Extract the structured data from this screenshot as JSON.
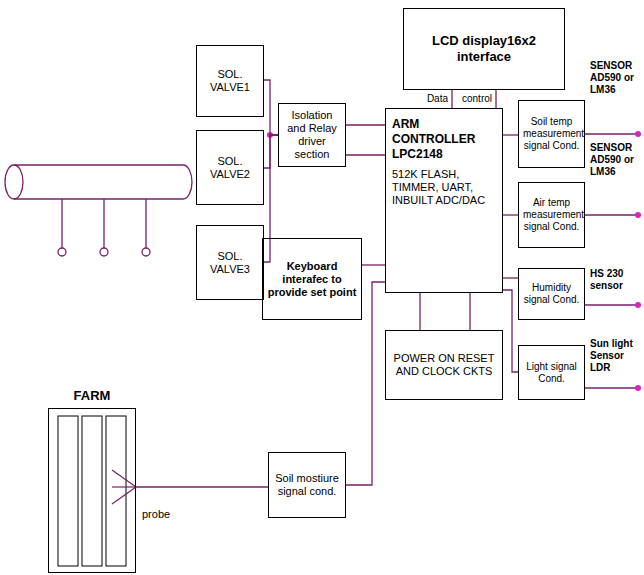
{
  "diagram": {
    "nodes": [
      {
        "text": [
          "SOL. VALVE1"
        ]
      },
      {
        "text": [
          "SOL. VALVE2"
        ]
      },
      {
        "text": [
          "SOL. VALVE3"
        ]
      },
      {
        "text": [
          "LCD display16x2 interface"
        ]
      },
      {
        "text": [
          "Isolation and Relay driver section"
        ]
      },
      {
        "text": [
          "ARM CONTROLLER LPC2148",
          "512K FLASH, TIMMER, UART, INBUILT ADC/DAC"
        ]
      },
      {
        "text": [
          "Soil temp measurement signal Cond."
        ]
      },
      {
        "text": [
          "Air temp measurement signal Cond."
        ]
      },
      {
        "text": [
          "Keyboard interafec to provide set point"
        ]
      },
      {
        "text": [
          "Humidity signal Cond."
        ]
      },
      {
        "text": [
          "POWER ON RESET AND CLOCK CKTS"
        ]
      },
      {
        "text": [
          "Light signal Cond."
        ]
      },
      {
        "text": [
          "FARM"
        ]
      },
      {
        "text": [
          "Soil mostiure signal cond."
        ]
      }
    ],
    "edges": [
      {
        "from": 4,
        "to": 0,
        "arrow": "none"
      },
      {
        "from": 4,
        "to": 1,
        "arrow": "none"
      },
      {
        "from": 4,
        "to": 2,
        "arrow": "none"
      },
      {
        "from": 4,
        "to": 5,
        "arrow": "none"
      },
      {
        "from": 4,
        "to": 5,
        "arrow": "none"
      },
      {
        "from": 3,
        "to": 5,
        "label": "Data",
        "arrow": "none"
      },
      {
        "from": 3,
        "to": 5,
        "label": "control",
        "arrow": "none"
      },
      {
        "from": 5,
        "to": 6,
        "arrow": "none"
      },
      {
        "from": 5,
        "to": 7,
        "arrow": "none"
      },
      {
        "from": 5,
        "to": 9,
        "arrow": "none"
      },
      {
        "from": 5,
        "to": 11,
        "arrow": "none"
      },
      {
        "from": 8,
        "to": 5,
        "arrow": "none"
      },
      {
        "from": 10,
        "to": 5,
        "arrow": "none"
      },
      {
        "from": 10,
        "to": 5,
        "arrow": "none"
      },
      {
        "from": 13,
        "to": 5,
        "arrow": "none"
      },
      {
        "from": 12,
        "to": 13,
        "arrow": "none"
      }
    ],
    "labels": [
      "SENSOR AD590 or LM36",
      "SENSOR AD590 or LM36",
      "HS 230 sensor",
      "Sun light Sensor LDR",
      "probe"
    ]
  }
}
